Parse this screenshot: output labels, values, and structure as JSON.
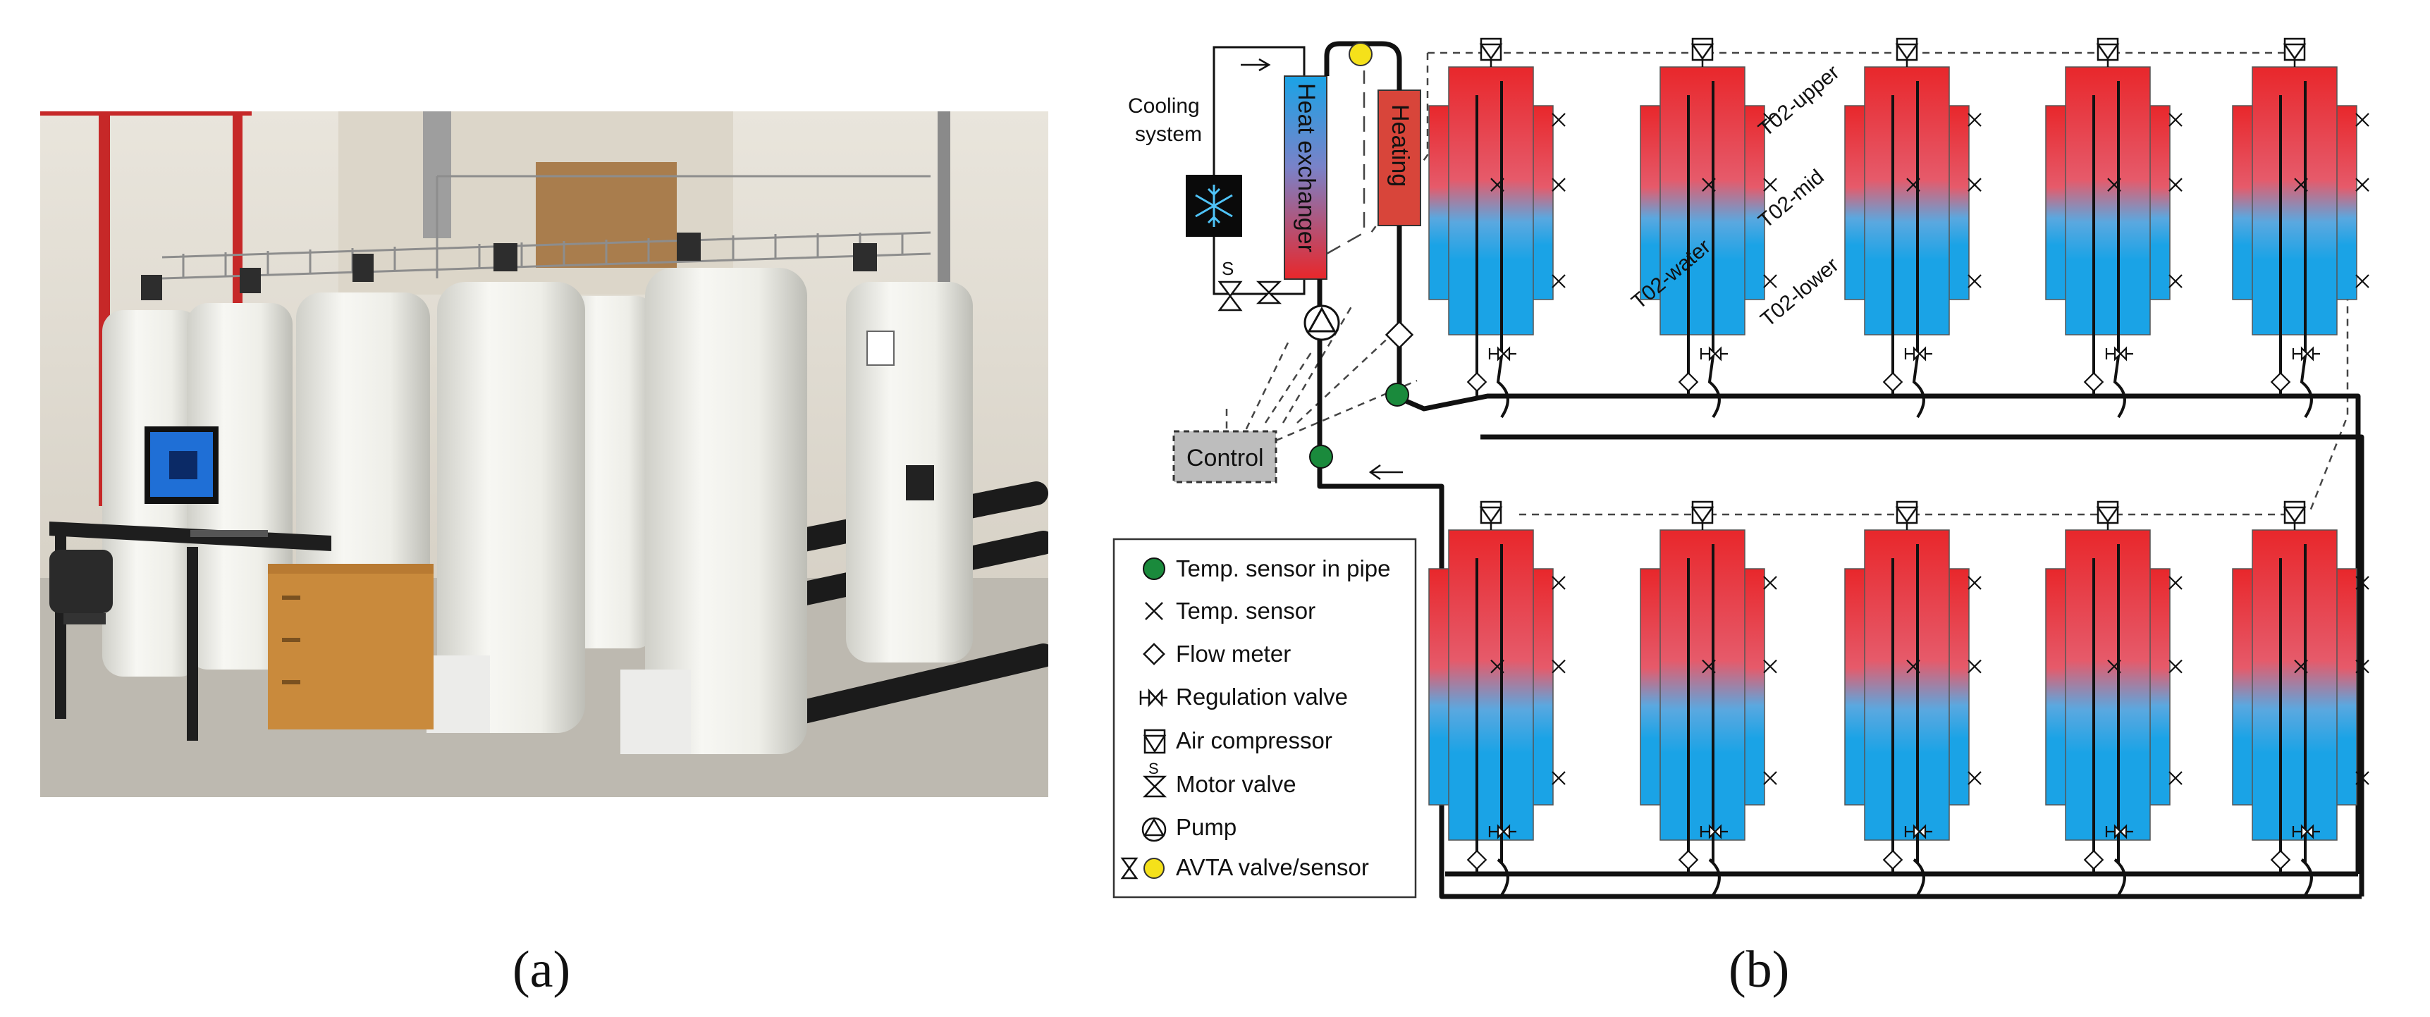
{
  "captions": {
    "a": "(a)",
    "b": "(b)"
  },
  "diagram": {
    "cooling_label_line1": "Cooling",
    "cooling_label_line2": "system",
    "motor_valve_mark": "S",
    "heat_exchanger_label": "Heat exchanger",
    "heating_label": "Heating",
    "control_label": "Control",
    "tank_labels": {
      "upper": "T02-upper",
      "mid": "T02-mid",
      "lower": "T02-lower",
      "water": "T02-water"
    }
  },
  "legend": {
    "items": [
      {
        "symbol": "green-dot",
        "label": "Temp. sensor in pipe"
      },
      {
        "symbol": "cross",
        "label": "Temp. sensor"
      },
      {
        "symbol": "diamond",
        "label": "Flow meter"
      },
      {
        "symbol": "regulation-valve",
        "label": "Regulation valve"
      },
      {
        "symbol": "air-compressor",
        "label": "Air compressor"
      },
      {
        "symbol": "motor-valve",
        "label": "Motor valve"
      },
      {
        "symbol": "pump",
        "label": "Pump"
      },
      {
        "symbol": "avta",
        "label": "AVTA valve/sensor"
      }
    ],
    "motor_valve_mark": "S"
  },
  "colors": {
    "hot": "#e8272b",
    "cold": "#1aa3e6",
    "sensor_green": "#1a8a3c",
    "avta_yellow": "#f5e11a",
    "control_fill": "#bdbdbd"
  }
}
